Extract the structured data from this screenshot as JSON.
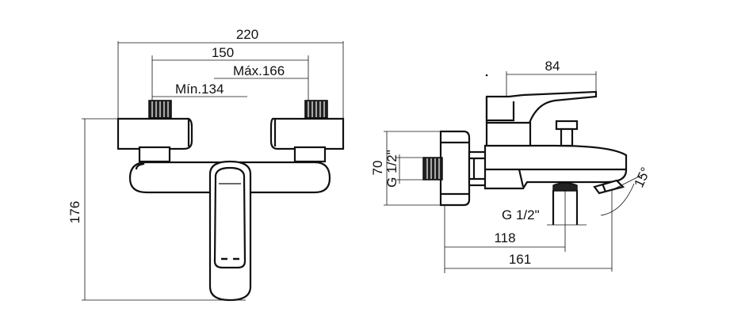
{
  "front_view": {
    "width_overall": "220",
    "center_distance": "150",
    "max_center": "Máx.166",
    "min_center": "Mín.134",
    "height_overall": "176"
  },
  "side_view": {
    "depth_handle": "84",
    "inlet_height": "70",
    "inlet_thread": "G 1/2\"",
    "outlet_thread": "G 1/2\"",
    "spout_to_outlet": "118",
    "projection": "161",
    "spout_angle": "15°"
  }
}
